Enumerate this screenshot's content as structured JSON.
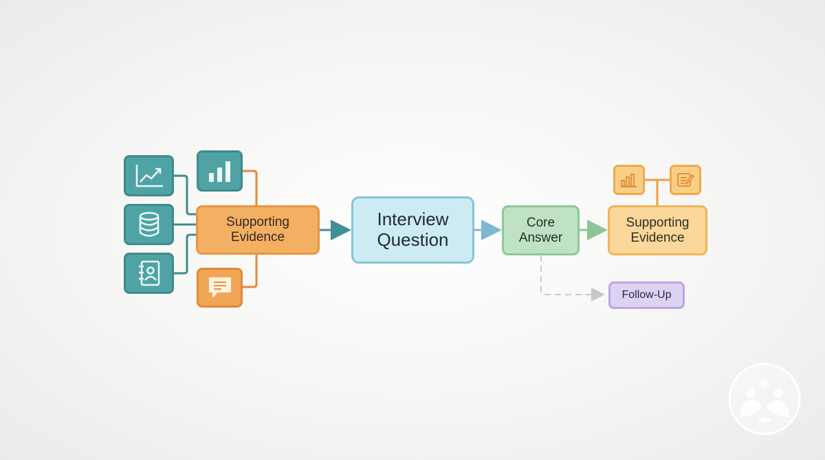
{
  "diagram": {
    "nodes": {
      "supporting_evidence_left": "Supporting\nEvidence",
      "interview_question": "Interview\nQuestion",
      "core_answer": "Core\nAnswer",
      "supporting_evidence_right": "Supporting\nEvidence",
      "follow_up": "Follow-Up"
    },
    "icons": {
      "left_column": [
        "line-chart-icon",
        "database-icon",
        "contact-book-icon"
      ],
      "top": "bar-chart-icon",
      "bottom": "chat-bubble-icon",
      "right_top": [
        "bar-chart-icon",
        "note-edit-icon"
      ]
    },
    "colors": {
      "teal": "#4fa3a5",
      "orange": "#f3b062",
      "blue": "#cdebf3",
      "green": "#bfe2c4",
      "light_orange": "#fbd79a",
      "purple": "#ddd2f2"
    }
  }
}
